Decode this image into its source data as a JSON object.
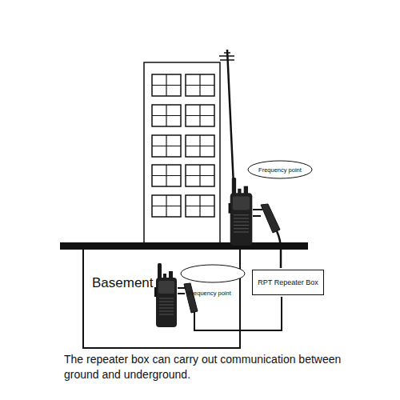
{
  "diagram": {
    "caption": "The repeater box can carry out communication between ground and underground.",
    "nodes": [
      {
        "text": [
          "Frequency point"
        ]
      },
      {
        "text": [
          "Basement"
        ]
      },
      {
        "text": [
          "Frequency point"
        ],
        "in": 1
      },
      {
        "text": [
          "RPT Repeater Box"
        ]
      }
    ]
  }
}
